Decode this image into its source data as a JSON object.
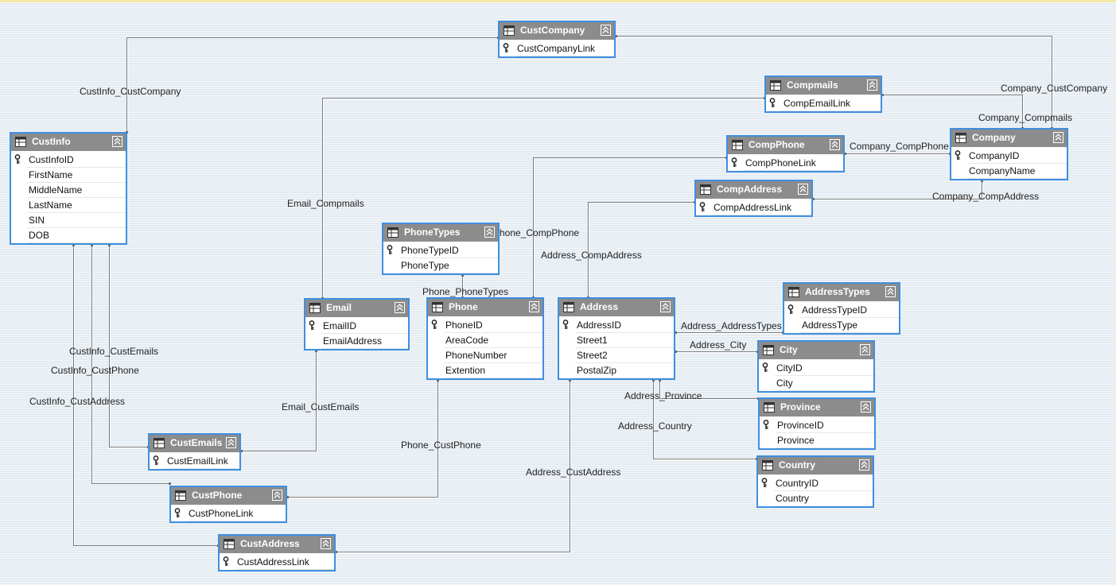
{
  "colors": {
    "selection_border": "#3e8fe0",
    "header_bg": "#8c8c8c",
    "canvas_bg": "#e4ecf2",
    "line": "#7b7b7b"
  },
  "tables": [
    {
      "id": "custcompany",
      "name": "CustCompany",
      "columns": [
        {
          "name": "CustCompanyLink",
          "key": true
        }
      ]
    },
    {
      "id": "compmails",
      "name": "Compmails",
      "columns": [
        {
          "name": "CompEmailLink",
          "key": true
        }
      ]
    },
    {
      "id": "company",
      "name": "Company",
      "columns": [
        {
          "name": "CompanyID",
          "key": true
        },
        {
          "name": "CompanyName",
          "key": false
        }
      ]
    },
    {
      "id": "compphone",
      "name": "CompPhone",
      "columns": [
        {
          "name": "CompPhoneLink",
          "key": true
        }
      ]
    },
    {
      "id": "compaddress",
      "name": "CompAddress",
      "columns": [
        {
          "name": "CompAddressLink",
          "key": true
        }
      ]
    },
    {
      "id": "custinfo",
      "name": "CustInfo",
      "columns": [
        {
          "name": "CustInfoID",
          "key": true
        },
        {
          "name": "FirstName",
          "key": false
        },
        {
          "name": "MiddleName",
          "key": false
        },
        {
          "name": "LastName",
          "key": false
        },
        {
          "name": "SIN",
          "key": false
        },
        {
          "name": "DOB",
          "key": false
        }
      ]
    },
    {
      "id": "phonetypes",
      "name": "PhoneTypes",
      "columns": [
        {
          "name": "PhoneTypeID",
          "key": true
        },
        {
          "name": "PhoneType",
          "key": false
        }
      ]
    },
    {
      "id": "email",
      "name": "Email",
      "columns": [
        {
          "name": "EmailID",
          "key": true
        },
        {
          "name": "EmailAddress",
          "key": false
        }
      ]
    },
    {
      "id": "phone",
      "name": "Phone",
      "columns": [
        {
          "name": "PhoneID",
          "key": true
        },
        {
          "name": "AreaCode",
          "key": false
        },
        {
          "name": "PhoneNumber",
          "key": false
        },
        {
          "name": "Extention",
          "key": false
        }
      ]
    },
    {
      "id": "address",
      "name": "Address",
      "columns": [
        {
          "name": "AddressID",
          "key": true
        },
        {
          "name": "Street1",
          "key": false
        },
        {
          "name": "Street2",
          "key": false
        },
        {
          "name": "PostalZip",
          "key": false
        }
      ]
    },
    {
      "id": "addresstypes",
      "name": "AddressTypes",
      "columns": [
        {
          "name": "AddressTypeID",
          "key": true
        },
        {
          "name": "AddressType",
          "key": false
        }
      ]
    },
    {
      "id": "city",
      "name": "City",
      "columns": [
        {
          "name": "CityID",
          "key": true
        },
        {
          "name": "City",
          "key": false
        }
      ]
    },
    {
      "id": "province",
      "name": "Province",
      "columns": [
        {
          "name": "ProvinceID",
          "key": true
        },
        {
          "name": "Province",
          "key": false
        }
      ]
    },
    {
      "id": "country",
      "name": "Country",
      "columns": [
        {
          "name": "CountryID",
          "key": true
        },
        {
          "name": "Country",
          "key": false
        }
      ]
    },
    {
      "id": "custemails",
      "name": "CustEmails",
      "columns": [
        {
          "name": "CustEmailLink",
          "key": true
        }
      ]
    },
    {
      "id": "custphone",
      "name": "CustPhone",
      "columns": [
        {
          "name": "CustPhoneLink",
          "key": true
        }
      ]
    },
    {
      "id": "custaddress",
      "name": "CustAddress",
      "columns": [
        {
          "name": "CustAddressLink",
          "key": true
        }
      ]
    }
  ],
  "relationships": [
    {
      "id": "custinfo_custcompany",
      "label": "CustInfo_CustCompany"
    },
    {
      "id": "company_custcompany",
      "label": "Company_CustCompany"
    },
    {
      "id": "company_compmails",
      "label": "Company_Compmails"
    },
    {
      "id": "company_compphone",
      "label": "Company_CompPhone"
    },
    {
      "id": "company_compaddress",
      "label": "Company_CompAddress"
    },
    {
      "id": "email_compmails",
      "label": "Email_Compmails"
    },
    {
      "id": "phone_compphone",
      "label": "Phone_CompPhone"
    },
    {
      "id": "address_compaddress",
      "label": "Address_CompAddress"
    },
    {
      "id": "phone_phonetypes",
      "label": "Phone_PhoneTypes"
    },
    {
      "id": "address_addresstypes",
      "label": "Address_AddressTypes"
    },
    {
      "id": "address_city",
      "label": "Address_City"
    },
    {
      "id": "address_province",
      "label": "Address_Province"
    },
    {
      "id": "address_country",
      "label": "Address_Country"
    },
    {
      "id": "custinfo_custemails",
      "label": "CustInfo_CustEmails"
    },
    {
      "id": "custinfo_custphone",
      "label": "CustInfo_CustPhone"
    },
    {
      "id": "custinfo_custaddress",
      "label": "CustInfo_CustAddress"
    },
    {
      "id": "email_custemails",
      "label": "Email_CustEmails"
    },
    {
      "id": "phone_custphone",
      "label": "Phone_CustPhone"
    },
    {
      "id": "address_custaddress",
      "label": "Address_CustAddress"
    }
  ]
}
